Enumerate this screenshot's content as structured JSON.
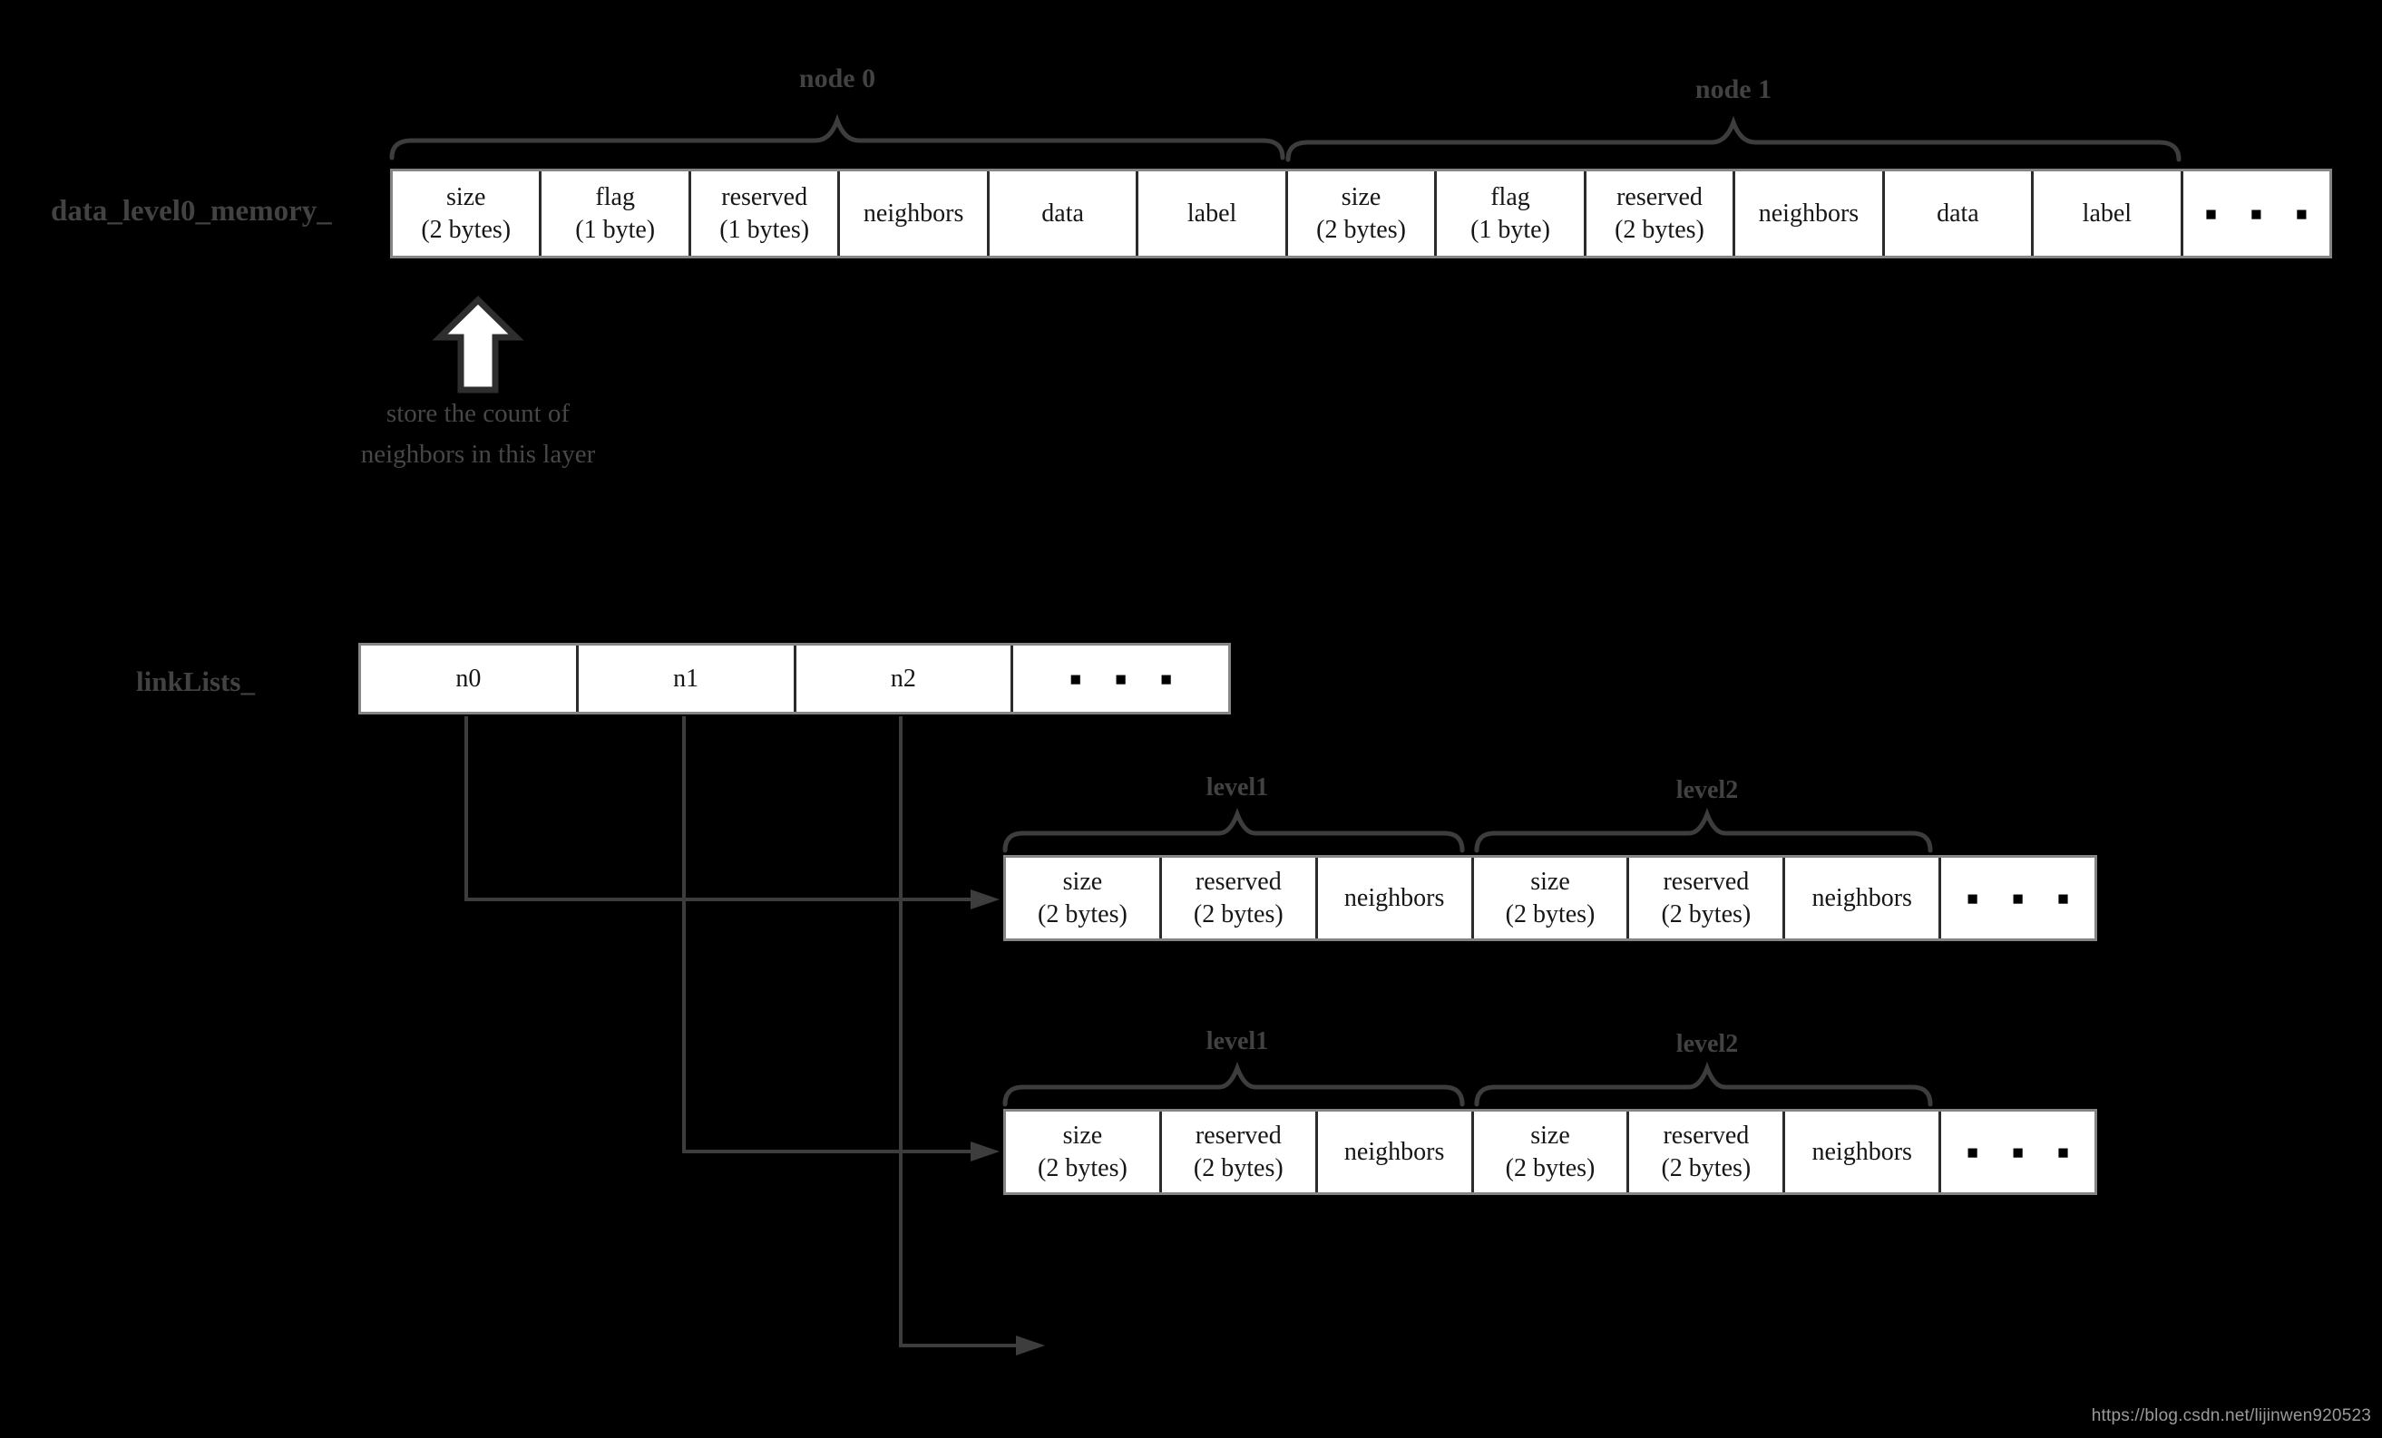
{
  "colors": {
    "background": "#000000",
    "box_fill": "#ffffff",
    "box_border": "#858585",
    "cell_divider": "#2b2b2b",
    "cell_text": "#161616",
    "label_gray": "#424242",
    "line_gray": "#3d3d3d",
    "watermark_gray": "#9a9a9a"
  },
  "memory_row": {
    "label": "data_level0_memory_",
    "node_braces": [
      {
        "label": "node 0"
      },
      {
        "label": "node 1"
      }
    ],
    "cells": [
      {
        "text": "size\n(2 bytes)"
      },
      {
        "text": "flag\n(1 byte)"
      },
      {
        "text": "reserved\n(1 bytes)"
      },
      {
        "text": "neighbors"
      },
      {
        "text": "data"
      },
      {
        "text": "label"
      },
      {
        "text": "size\n(2 bytes)"
      },
      {
        "text": "flag\n(1 byte)"
      },
      {
        "text": "reserved\n(2 bytes)"
      },
      {
        "text": "neighbors"
      },
      {
        "text": "data"
      },
      {
        "text": "label"
      },
      {
        "text": "■ ■ ■"
      }
    ]
  },
  "annotation": {
    "text": "store the count of\nneighbors in this layer"
  },
  "linklists_row": {
    "label": "linkLists_",
    "cells": [
      {
        "text": "n0"
      },
      {
        "text": "n1"
      },
      {
        "text": "n2"
      },
      {
        "text": "■ ■ ■"
      }
    ]
  },
  "level_rows": [
    {
      "braces": [
        {
          "label": "level1"
        },
        {
          "label": "level2"
        }
      ],
      "cells": [
        {
          "text": "size\n(2 bytes)"
        },
        {
          "text": "reserved\n(2 bytes)"
        },
        {
          "text": "neighbors"
        },
        {
          "text": "size\n(2 bytes)"
        },
        {
          "text": "reserved\n(2 bytes)"
        },
        {
          "text": "neighbors"
        },
        {
          "text": "■ ■ ■"
        }
      ]
    },
    {
      "braces": [
        {
          "label": "level1"
        },
        {
          "label": "level2"
        }
      ],
      "cells": [
        {
          "text": "size\n(2 bytes)"
        },
        {
          "text": "reserved\n(2 bytes)"
        },
        {
          "text": "neighbors"
        },
        {
          "text": "size\n(2 bytes)"
        },
        {
          "text": "reserved\n(2 bytes)"
        },
        {
          "text": "neighbors"
        },
        {
          "text": "■ ■ ■"
        }
      ]
    }
  ],
  "watermark": "https://blog.csdn.net/lijinwen920523"
}
